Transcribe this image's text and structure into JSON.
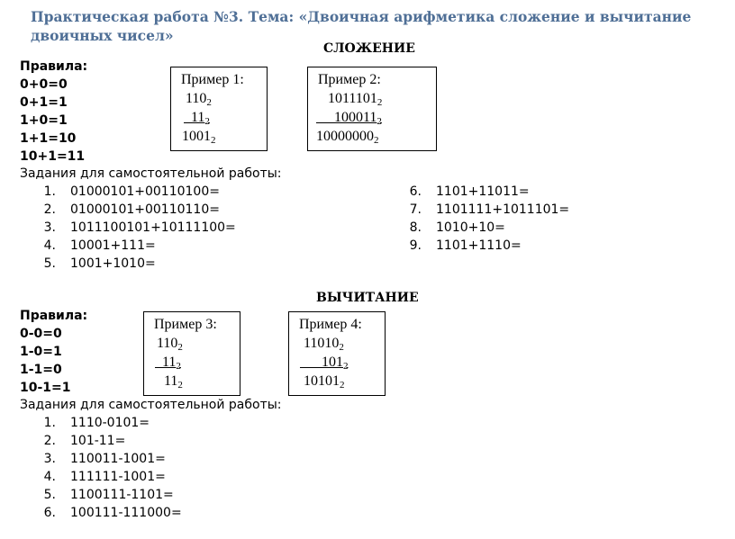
{
  "title": "Практическая работа №3. Тема: «Двоичная арифметика сложение и вычитание двоичных чисел»",
  "addition": {
    "header": "СЛОЖЕНИЕ",
    "rules_label": "Правила:",
    "rules": [
      "0+0=0",
      "0+1=1",
      "1+0=1",
      "1+1=10",
      "10+1=11"
    ],
    "examples": [
      {
        "label": "Пример 1:",
        "a": "110",
        "b": "11",
        "result": "1001",
        "base": "2"
      },
      {
        "label": "Пример 2:",
        "a": "1011101",
        "b": "100011",
        "result": "10000000",
        "base": "2"
      }
    ],
    "tasks_label": "Задания для самостоятельной работы:",
    "tasks": [
      {
        "n": "1.",
        "expr": "01000101+00110100="
      },
      {
        "n": "2.",
        "expr": "01000101+00110110="
      },
      {
        "n": "3.",
        "expr": "1011100101+10111100="
      },
      {
        "n": "4.",
        "expr": "10001+111="
      },
      {
        "n": "5.",
        "expr": "1001+1010="
      },
      {
        "n": "6.",
        "expr": "1101+11011="
      },
      {
        "n": "7.",
        "expr": "1101111+1011101="
      },
      {
        "n": "8.",
        "expr": "1010+10="
      },
      {
        "n": "9.",
        "expr": "1101+1110="
      }
    ]
  },
  "subtraction": {
    "header": "ВЫЧИТАНИЕ",
    "rules_label": "Правила:",
    "rules": [
      "0-0=0",
      "1-0=1",
      "1-1=0",
      "10-1=1"
    ],
    "examples": [
      {
        "label": "Пример 3:",
        "a": "110",
        "b": "11",
        "result": "11",
        "base": "2"
      },
      {
        "label": "Пример 4:",
        "a": "11010",
        "b": "101",
        "result": "10101",
        "base": "2"
      }
    ],
    "tasks_label": "Задания для самостоятельной работы:",
    "tasks": [
      {
        "n": "1.",
        "expr": "1110-0101="
      },
      {
        "n": "2.",
        "expr": "101-11="
      },
      {
        "n": "3.",
        "expr": "110011-1001="
      },
      {
        "n": "4.",
        "expr": "111111-1001="
      },
      {
        "n": "5.",
        "expr": "1100111-1101="
      },
      {
        "n": "6.",
        "expr": "100111-111000="
      }
    ]
  }
}
